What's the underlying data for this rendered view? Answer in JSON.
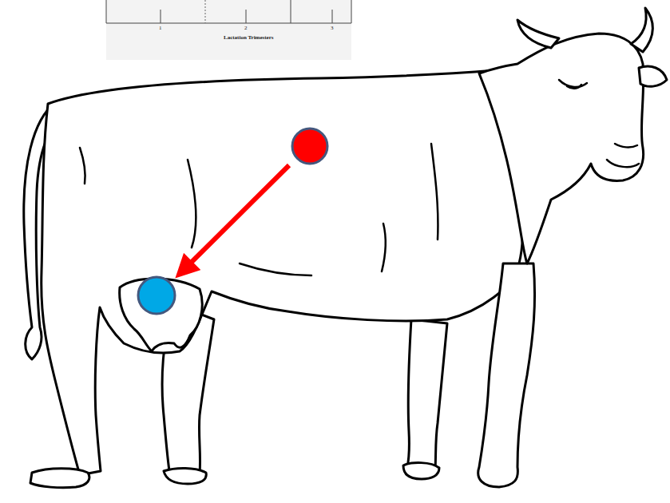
{
  "diagram": {
    "labels": [
      "1",
      "2",
      "3",
      "Lactation Trimesters"
    ]
  }
}
